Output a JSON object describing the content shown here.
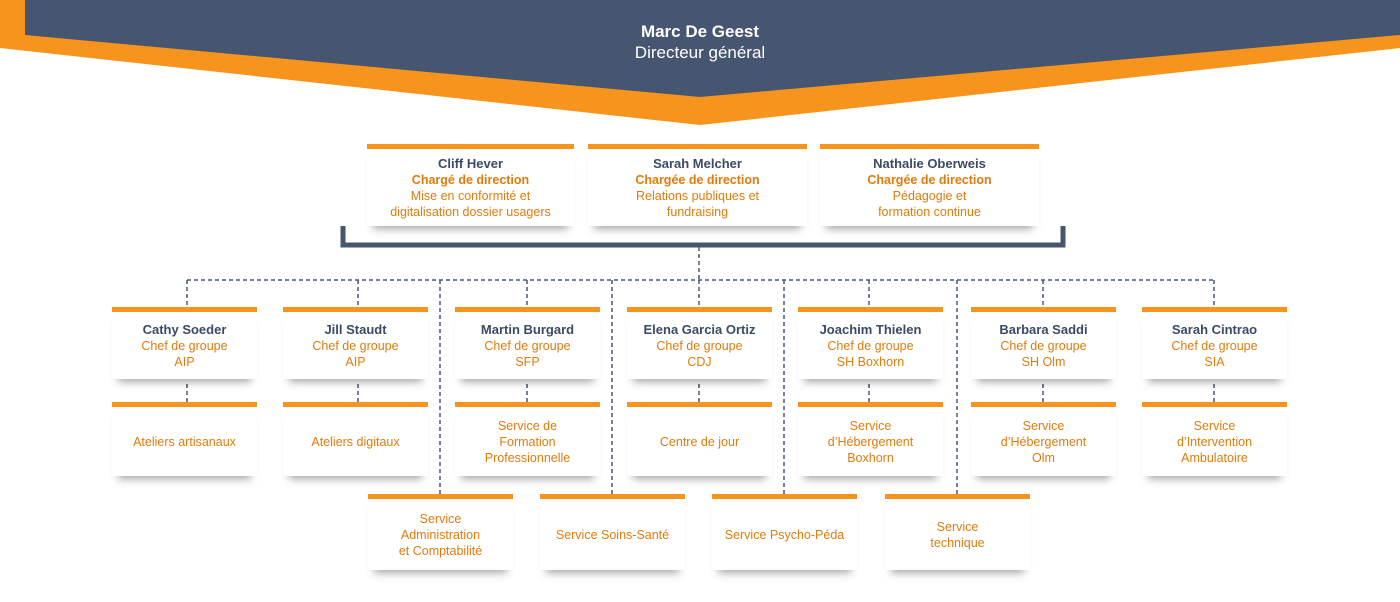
{
  "director": {
    "name": "Marc De Geest",
    "role": "Directeur général"
  },
  "colors": {
    "accent": "#f7941d",
    "navy": "#475670",
    "text_orange": "#e07b0c"
  },
  "direction": [
    {
      "name": "Cliff Hever",
      "title": "Chargé de direction",
      "desc": "Mise en conformité et\ndigitalisation dossier usagers"
    },
    {
      "name": "Sarah Melcher",
      "title": "Chargée de direction",
      "desc": "Relations publiques et\nfundraising"
    },
    {
      "name": "Nathalie Oberweis",
      "title": "Chargée de direction",
      "desc": "Pédagogie et\nformation continue"
    }
  ],
  "groups": [
    {
      "name": "Cathy Soeder",
      "role": "Chef de groupe",
      "unit": "AIP",
      "service": "Ateliers artisanaux"
    },
    {
      "name": "Jill Staudt",
      "role": "Chef de groupe",
      "unit": "AIP",
      "service": "Ateliers digitaux"
    },
    {
      "name": "Martin Burgard",
      "role": "Chef de groupe",
      "unit": "SFP",
      "service": "Service de\nFormation\nProfessionnelle"
    },
    {
      "name": "Elena Garcia Ortiz",
      "role": "Chef de groupe",
      "unit": "CDJ",
      "service": "Centre de jour"
    },
    {
      "name": "Joachim Thielen",
      "role": "Chef de groupe",
      "unit": "SH Boxhorn",
      "service": "Service\nd’Hébergement\nBoxhorn"
    },
    {
      "name": "Barbara Saddi",
      "role": "Chef de groupe",
      "unit": "SH Olm",
      "service": "Service\nd’Hébergement\nOlm"
    },
    {
      "name": "Sarah Cintrao",
      "role": "Chef de groupe",
      "unit": "SIA",
      "service": "Service\nd’Intervention\nAmbulatoire"
    }
  ],
  "support": [
    {
      "label": "Service\nAdministration\net Comptabilité"
    },
    {
      "label": "Service Soins-Santé"
    },
    {
      "label": "Service Psycho-Péda"
    },
    {
      "label": "Service\ntechnique"
    }
  ]
}
